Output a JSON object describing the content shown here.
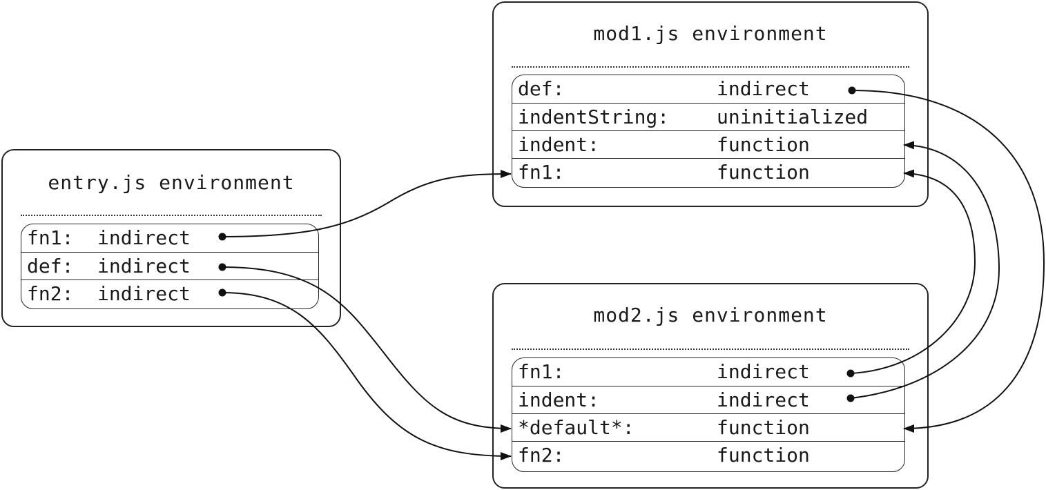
{
  "environments": {
    "entry": {
      "title": "entry.js environment",
      "rows": [
        {
          "name": "fn1:",
          "value": "indirect"
        },
        {
          "name": "def:",
          "value": "indirect"
        },
        {
          "name": "fn2:",
          "value": "indirect"
        }
      ]
    },
    "mod1": {
      "title": "mod1.js environment",
      "rows": [
        {
          "name": "def:",
          "value": "indirect"
        },
        {
          "name": "indentString:",
          "value": "uninitialized"
        },
        {
          "name": "indent:",
          "value": "function"
        },
        {
          "name": "fn1:",
          "value": "function"
        }
      ]
    },
    "mod2": {
      "title": "mod2.js environment",
      "rows": [
        {
          "name": "fn1:",
          "value": "indirect"
        },
        {
          "name": "indent:",
          "value": "indirect"
        },
        {
          "name": "*default*:",
          "value": "function"
        },
        {
          "name": "fn2:",
          "value": "function"
        }
      ]
    }
  },
  "bindings": [
    {
      "from": "entry.fn1",
      "to": "mod1.fn1"
    },
    {
      "from": "entry.def",
      "to": "mod2.*default*"
    },
    {
      "from": "entry.fn2",
      "to": "mod2.fn2"
    },
    {
      "from": "mod1.def",
      "to": "mod2.*default*"
    },
    {
      "from": "mod2.fn1",
      "to": "mod1.fn1"
    },
    {
      "from": "mod2.indent",
      "to": "mod1.indent"
    }
  ]
}
